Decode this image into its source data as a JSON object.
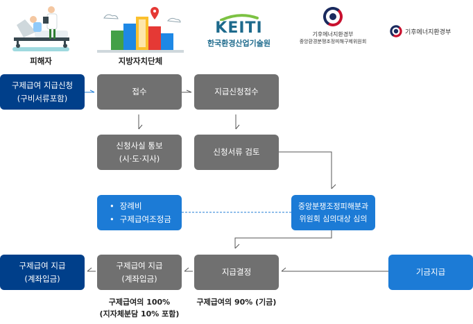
{
  "header": {
    "victim_label": "피해자",
    "local_gov_label": "지방자치단체",
    "keiti": {
      "wordmark": "KEITI",
      "name": "한국환경산업기술원"
    },
    "ministry_committee": {
      "line1": "기후에너지환경부",
      "line2": "중앙환경분쟁조정피해구제위원회"
    },
    "ministry": {
      "name": "기후에너지환경부"
    }
  },
  "colors": {
    "gray": "#707070",
    "navy": "#003f8a",
    "blue": "#1c7bd6"
  },
  "boxes": {
    "apply": {
      "line1": "구제급여 지급신청",
      "line2": "(구비서류포함)"
    },
    "receive": {
      "line1": "접수"
    },
    "payment_receive": {
      "line1": "지급신청접수"
    },
    "notify": {
      "line1": "신청사실 통보",
      "line2": "(시·도·지사)"
    },
    "review": {
      "line1": "신청서류 검토"
    },
    "extras": {
      "items": [
        "장례비",
        "구제급여조정금"
      ]
    },
    "committee": {
      "line1": "중앙분쟁조정피해분과",
      "line2": "위원회 심의대상 심의"
    },
    "pay_final": {
      "line1": "구제급여 지급",
      "line2": "(계좌입금)"
    },
    "pay_local": {
      "line1": "구제급여 지급",
      "line2": "(계좌입금)"
    },
    "decision": {
      "line1": "지급결정"
    },
    "fund": {
      "line1": "기금지급"
    }
  },
  "captions": {
    "local_share": {
      "line1": "구제급여의 100%",
      "line2": "(지자체분담 10% 포함)"
    },
    "fund_share": {
      "line1": "구제급여의 90% (기금)"
    }
  }
}
